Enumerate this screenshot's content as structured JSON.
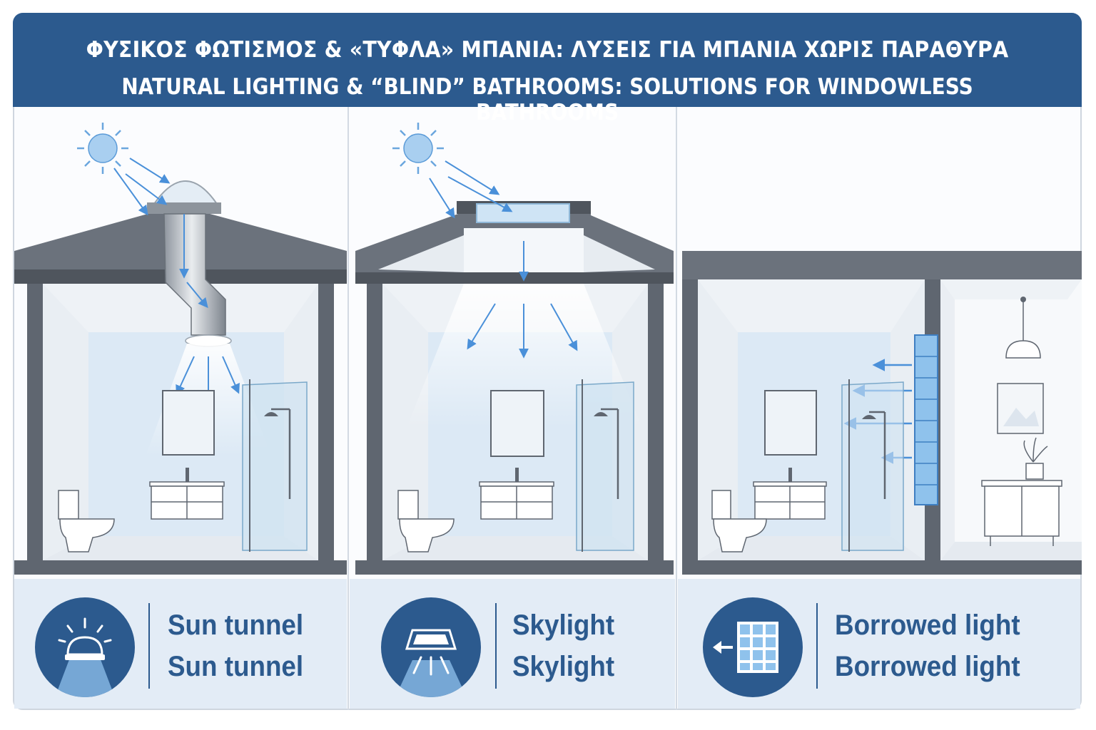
{
  "header": {
    "title_el": "ΦΥΣΙΚΟΣ ΦΩΤΙΣΜΟΣ & «ΤΥΦΛΑ» ΜΠΑΝΙΑ: ΛΥΣΕΙΣ ΓΙΑ ΜΠΑΝΙΑ ΧΩΡΙΣ ΠΑΡΑΘΥΡΑ",
    "title_en": "NATURAL LIGHTING & “BLIND” BATHROOMS: SOLUTIONS FOR WINDOWLESS BATHROOMS"
  },
  "panels": [
    {
      "label_1": "Sun tunnel",
      "label_2": "Sun tunnel",
      "icon": "sun-tunnel-icon"
    },
    {
      "label_1": "Skylight",
      "label_2": "Skylight",
      "icon": "skylight-icon"
    },
    {
      "label_1": "Borrowed light",
      "label_2": "Borrowed light",
      "icon": "glass-block-icon"
    }
  ],
  "colors": {
    "brand": "#2c5a8e",
    "light_ray": "#4a90d9",
    "wall": "#5f6670",
    "tile": "#dce9f5",
    "footer": "#e3ecf6"
  }
}
